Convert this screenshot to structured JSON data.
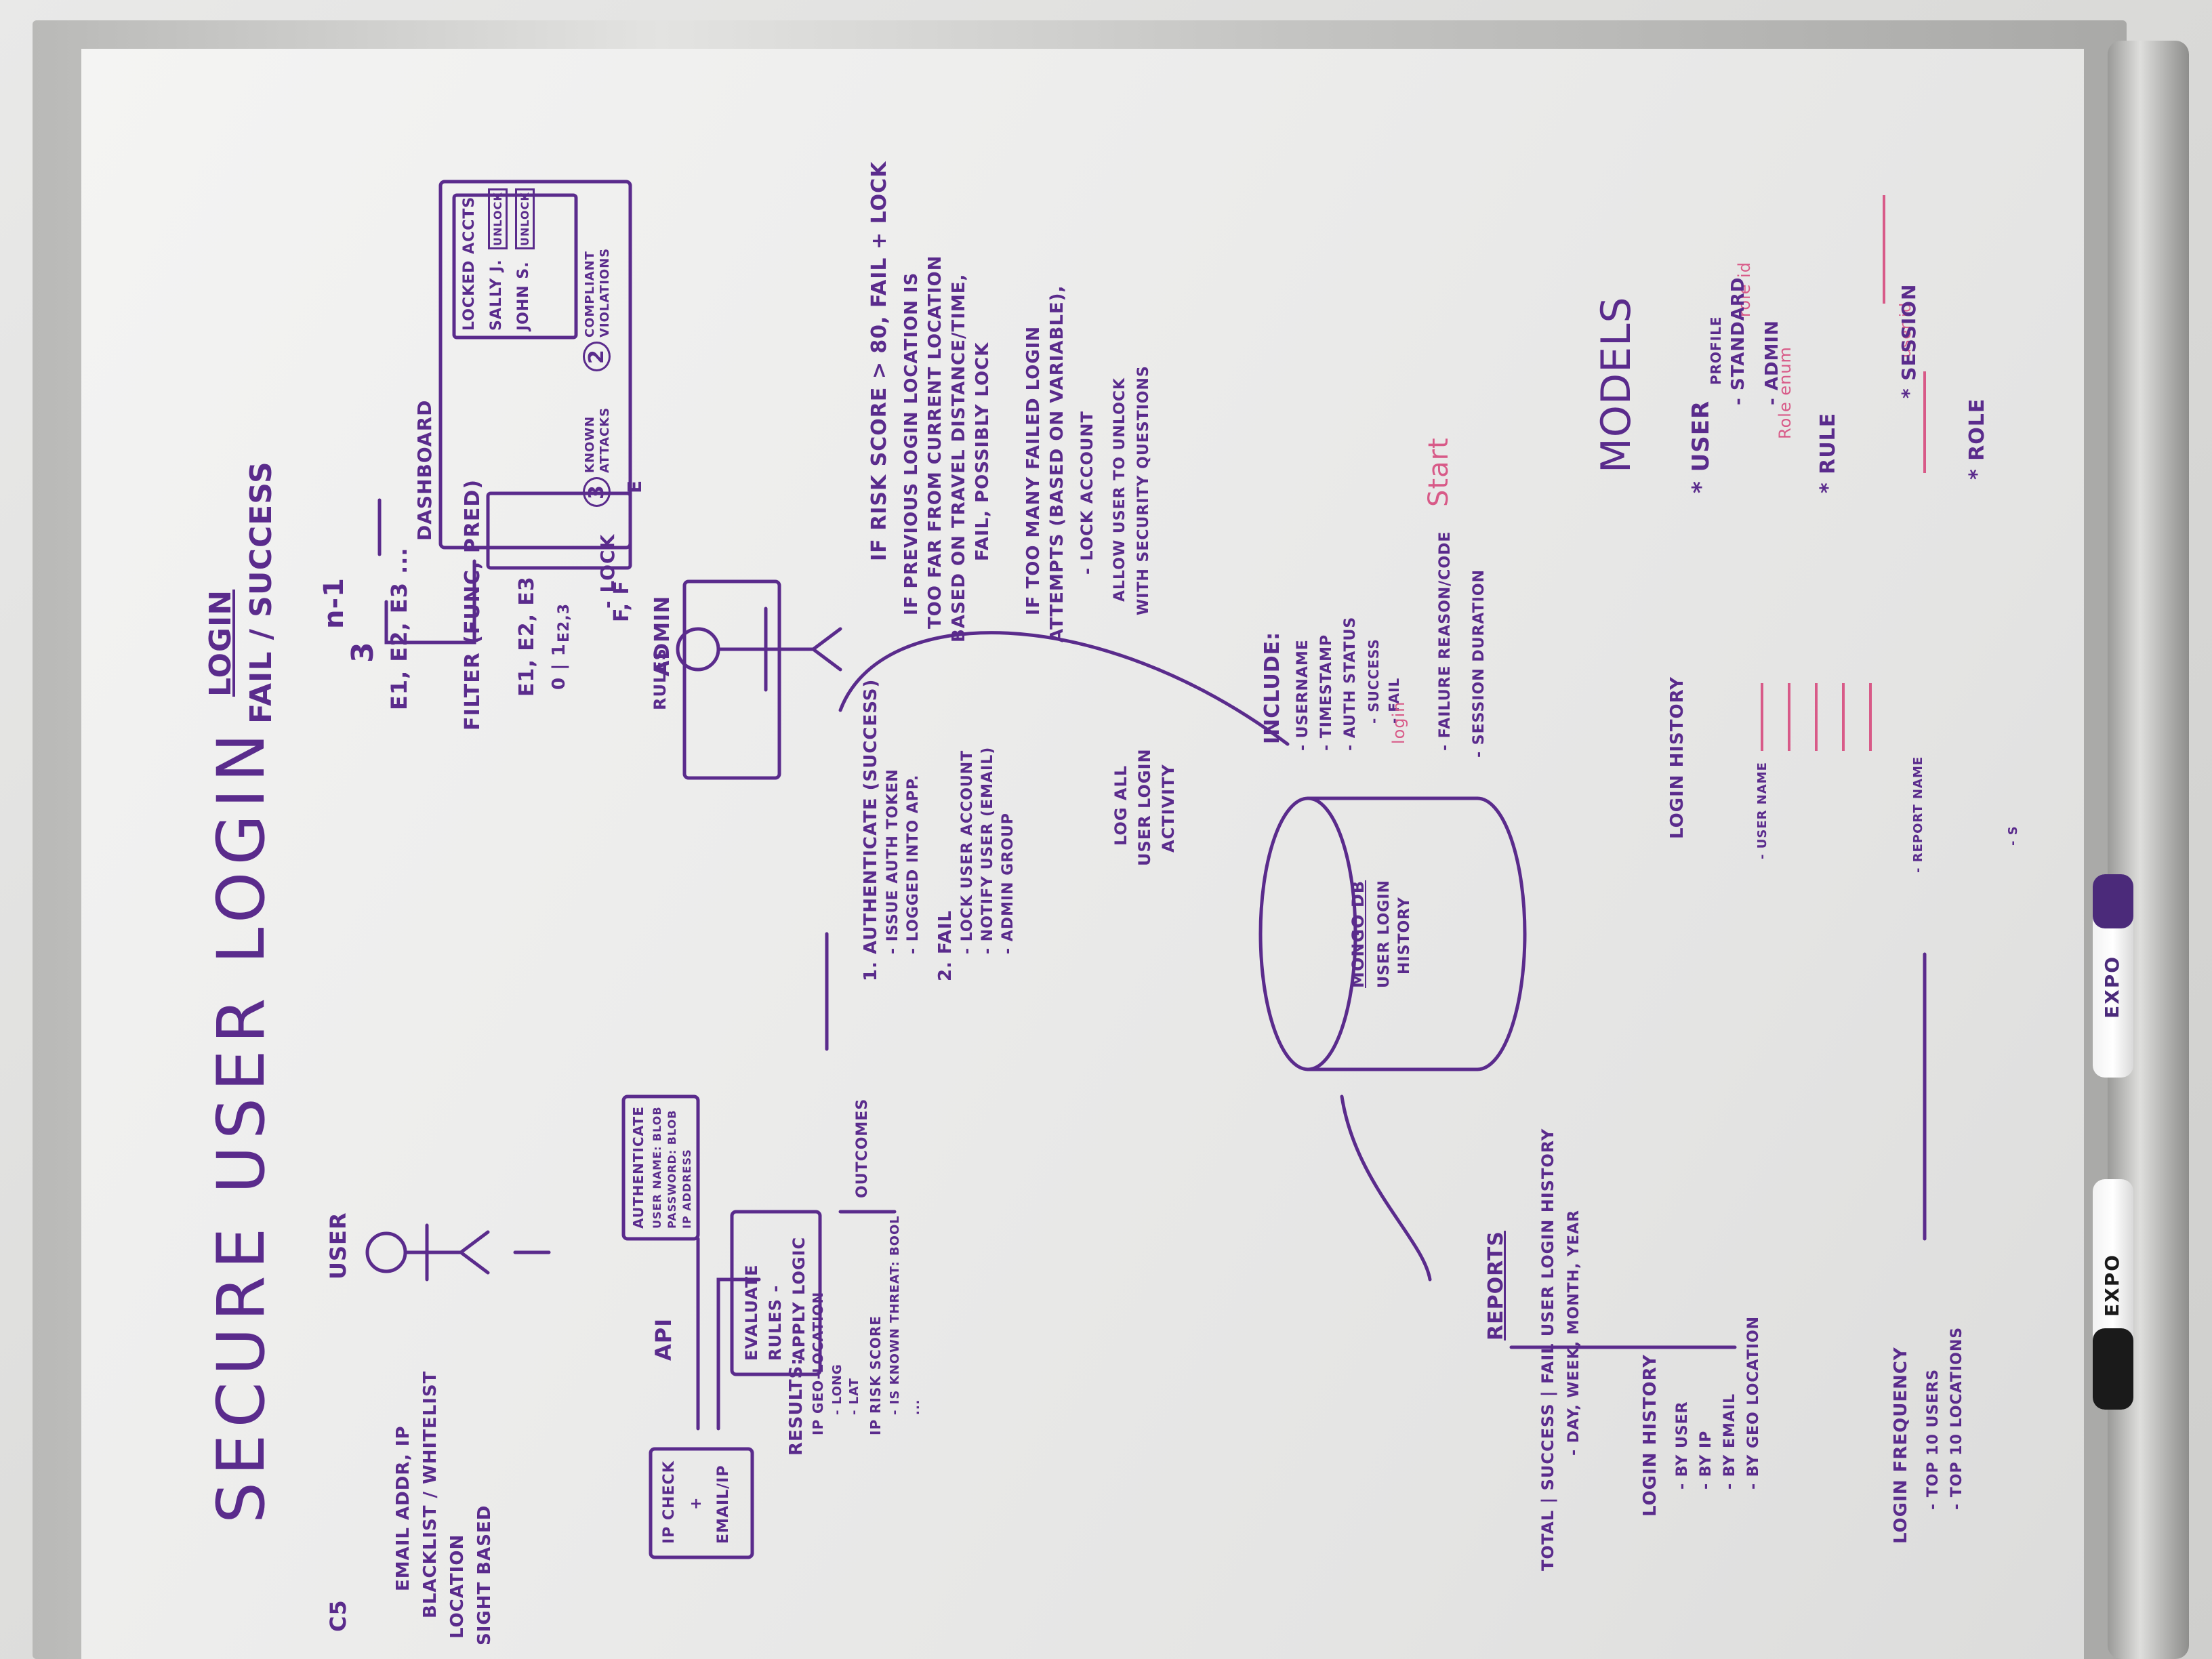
{
  "colors": {
    "ink": "#5a2b8c",
    "pink": "#d85a88"
  },
  "title": "SECURE USER LOGIN",
  "login": "LOGIN",
  "fail_success": "FAIL / SUCCESS",
  "three_power": "3",
  "n_minus_1": "n-1",
  "user_label": "USER",
  "api_label": "API",
  "left_edge": {
    "c5": "C5",
    "email": "EMAIL ADDR, IP",
    "blacklist": "BLACKLIST / WHITELIST",
    "location": "LOCATION",
    "sight": "SIGHT BASED"
  },
  "ip_check_box": [
    "IP CHECK",
    "+",
    "EMAIL/IP"
  ],
  "results": {
    "header": "RESULTS:",
    "lines": [
      "IP GEO-LOCATION",
      "- LONG",
      "- LAT",
      "IP RISK SCORE",
      "- IS KNOWN THREAT: BOOL",
      "..."
    ]
  },
  "auth_box": [
    "AUTHENTICATE",
    "USER NAME: BLOB",
    "PASSWORD: BLOB",
    "IP ADDRESS"
  ],
  "eval_box": [
    "EVALUATE",
    "RULES -",
    "APPLY LOGIC"
  ],
  "outcomes": "OUTCOMES",
  "events": {
    "e_list": "E1, E2, E3 ...",
    "filter": "FILTER (FUNC, PRED)",
    "e_box": "E1, E2, E3",
    "e23": "E2,3",
    "zero_one": "0 | 1",
    "ff": "F, F",
    "lock": "- LOCK",
    "e_box2": "E"
  },
  "outcome_list": [
    "1. AUTHENTICATE (SUCCESS)",
    "- ISSUE AUTH TOKEN",
    "- LOGGED INTO APP.",
    "2. FAIL",
    "- LOCK USER ACCOUNT",
    "- NOTIFY USER (EMAIL)",
    "- ADMIN GROUP"
  ],
  "admin": "ADMIN",
  "dashboard": {
    "title": "DASHBOARD",
    "locked": "LOCKED ACCTS",
    "sally": "SALLY J.",
    "john": "JOHN S.",
    "unlock": "UNLOCK",
    "known3": "3",
    "known": [
      "KNOWN",
      "ATTACKS"
    ],
    "compliant2": "2",
    "compliant": [
      "COMPLIANT",
      "VIOLATIONS"
    ]
  },
  "rules": "RULES",
  "risk_rules": [
    "IF RISK SCORE > 80, FAIL + LOCK",
    "IF PREVIOUS LOGIN LOCATION IS",
    "TOO FAR FROM CURRENT LOCATION",
    "BASED ON TRAVEL DISTANCE/TIME,",
    "FAIL, POSSIBLY LOCK",
    "IF TOO MANY FAILED LOGIN",
    "ATTEMPTS (BASED ON VARIABLE),",
    "- LOCK ACCOUNT",
    "ALLOW USER TO UNLOCK",
    "WITH SECURITY QUESTIONS"
  ],
  "log_all": [
    "LOG ALL",
    "USER LOGIN",
    "ACTIVITY"
  ],
  "include": {
    "header": "INCLUDE:",
    "items": [
      "- USERNAME",
      "- TIMESTAMP",
      "- AUTH STATUS",
      "- SUCCESS",
      "- FAIL",
      "- FAILURE REASON/CODE",
      "- SESSION DURATION"
    ]
  },
  "db": [
    "MONGO DB",
    "USER LOGIN",
    "HISTORY"
  ],
  "reports": {
    "header": "REPORTS",
    "total": "TOTAL | SUCCESS | FAIL USER LOGIN HISTORY",
    "period": "- DAY, WEEK, MONTH, YEAR",
    "login_history": "LOGIN HISTORY",
    "by": [
      "- BY USER",
      "- BY IP",
      "- BY EMAIL",
      "- BY GEO LOCATION"
    ],
    "frequency": "LOGIN FREQUENCY",
    "top": [
      "- TOP 10 USERS",
      "- TOP 10 LOCATIONS"
    ]
  },
  "login_history_mock": {
    "title": "LOGIN HISTORY",
    "user": "- USER NAME",
    "reset": "- REPORT NAME",
    "s": "- S"
  },
  "pink_notes": {
    "start": "Start",
    "login": "login",
    "role_id": "role id",
    "role_enum": "Role enum",
    "user_id": "user id"
  },
  "models": {
    "title": "MODELS",
    "user": "* USER",
    "profile": "PROFILE",
    "standard": "- STANDARD",
    "admin": "- ADMIN",
    "role": "* RULE",
    "session": "* SESSION",
    "role2": "* ROLE"
  },
  "marker1": "EXPO",
  "marker2": "EXPO"
}
